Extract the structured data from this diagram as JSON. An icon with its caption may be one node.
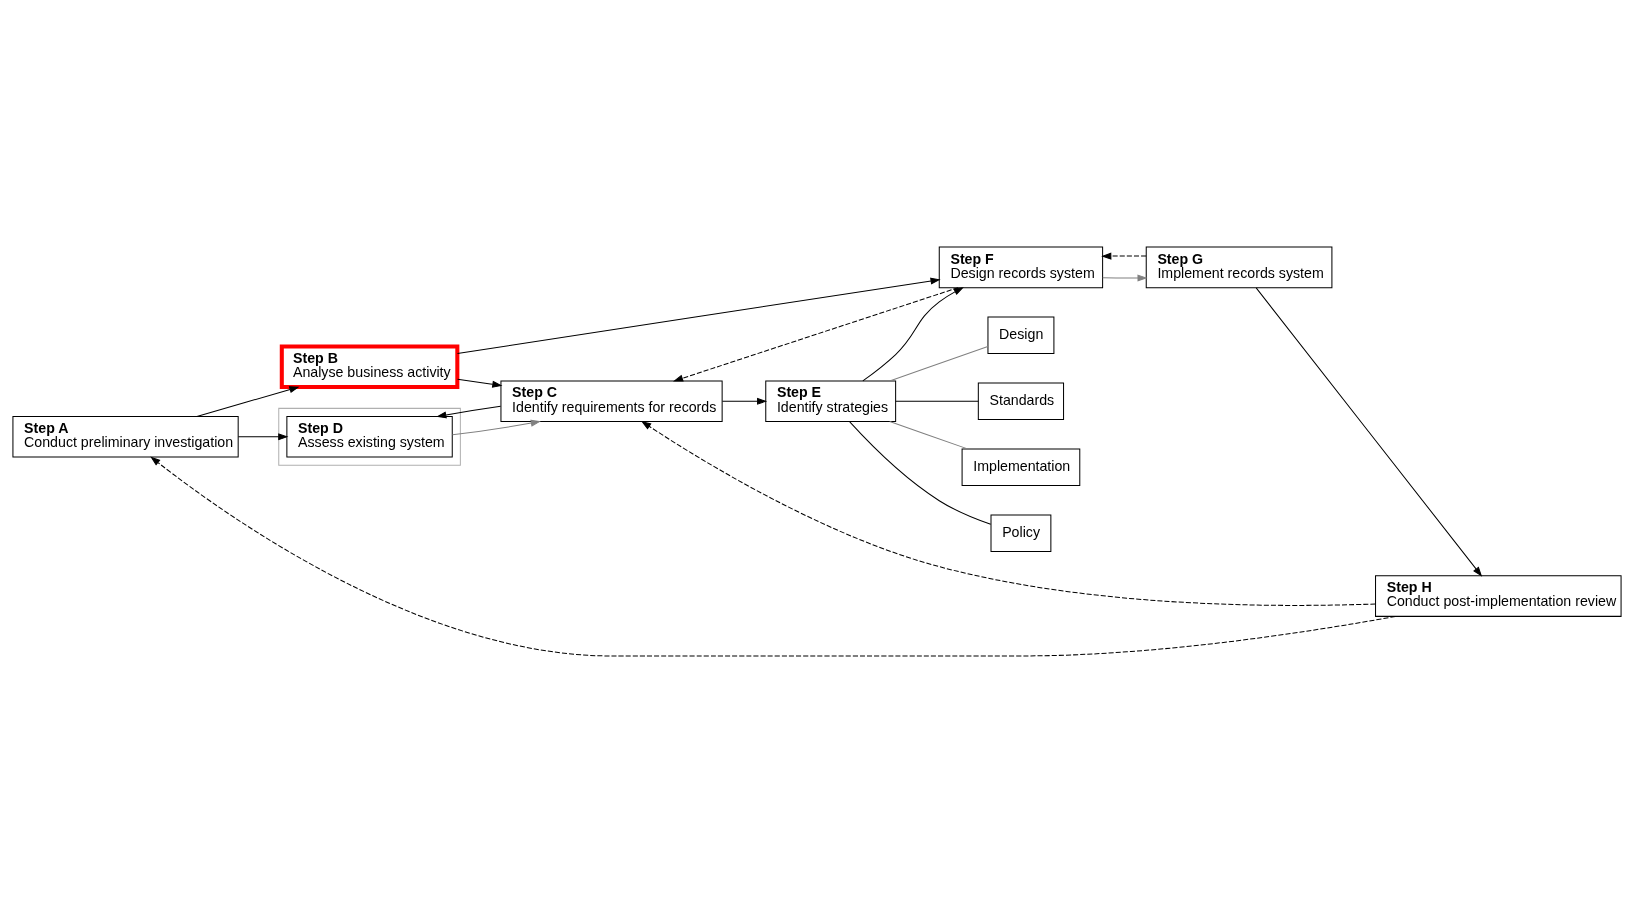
{
  "diagram": {
    "nodes": [
      {
        "text": [
          "Step A",
          "Conduct preliminary investigation"
        ]
      },
      {
        "text": [
          "Step B",
          "Analyse business activity"
        ]
      },
      {
        "text": [
          "Step C",
          "Identify requirements for records"
        ]
      },
      {
        "text": [],
        "shape": "box"
      },
      {
        "text": [
          "Step D",
          "Assess existing system"
        ],
        "in": 3
      },
      {
        "text": [
          "Step E",
          "Identify strategies"
        ]
      },
      {
        "text": [
          "Policy"
        ]
      },
      {
        "text": [
          "Design"
        ]
      },
      {
        "text": [
          "Standards"
        ]
      },
      {
        "text": [
          "Implementation"
        ]
      },
      {
        "text": [
          "Step F",
          "Design records system"
        ]
      },
      {
        "text": [
          "Step G",
          "Implement records system"
        ]
      },
      {
        "text": [
          "Step H",
          "Conduct post-implementation review"
        ]
      }
    ],
    "edges": [
      {
        "from": 0,
        "to": 1,
        "arrow": "to"
      },
      {
        "from": 1,
        "to": 2,
        "arrow": "to"
      },
      {
        "from": 2,
        "to": 5,
        "arrow": "to"
      },
      {
        "from": 5,
        "to": 10,
        "arrow": "to"
      },
      {
        "from": 1,
        "to": 10,
        "arrow": "to"
      },
      {
        "from": 0,
        "to": 4,
        "arrow": "to"
      },
      {
        "from": 4,
        "to": 2,
        "arrow": "to",
        "color": "#808080"
      },
      {
        "from": 2,
        "to": 4,
        "arrow": "to"
      },
      {
        "from": 5,
        "to": 6,
        "arrow": "none"
      },
      {
        "from": 5,
        "to": 7,
        "arrow": "none",
        "color": "#808080"
      },
      {
        "from": 5,
        "to": 8,
        "arrow": "none"
      },
      {
        "from": 5,
        "to": 9,
        "arrow": "none",
        "color": "#808080"
      },
      {
        "from": 10,
        "to": 11,
        "arrow": "to",
        "color": "#808080"
      },
      {
        "from": 11,
        "to": 10,
        "arrow": "to",
        "style": "dashed"
      },
      {
        "from": 11,
        "to": 12,
        "arrow": "to"
      },
      {
        "from": 12,
        "to": 2,
        "arrow": "to",
        "style": "dashed"
      },
      {
        "from": 10,
        "to": 2,
        "arrow": "to",
        "style": "dashed"
      },
      {
        "from": 12,
        "to": 0,
        "arrow": "to",
        "style": "dashed"
      }
    ]
  }
}
